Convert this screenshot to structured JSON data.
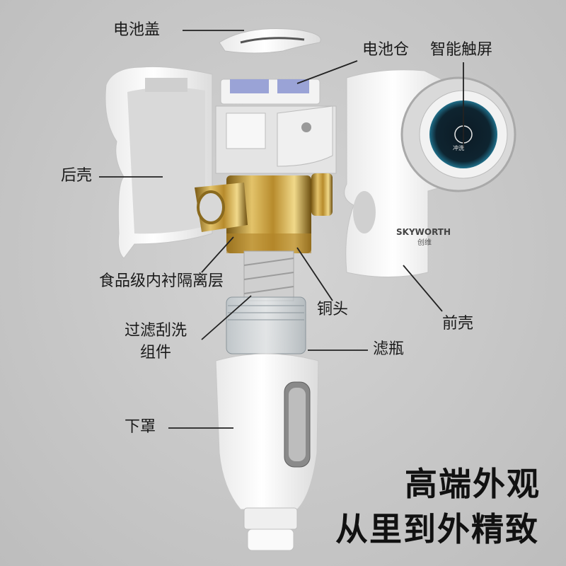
{
  "labels": {
    "battery_cover": "电池盖",
    "battery_compartment": "电池仓",
    "smart_touchscreen": "智能触屏",
    "back_shell": "后壳",
    "food_grade_liner": "食品级内衬隔离层",
    "copper_head": "铜头",
    "front_shell": "前壳",
    "filter_scraper_line1": "过滤刮洗",
    "filter_scraper_line2": "组件",
    "filter_bottle": "滤瓶",
    "lower_cover": "下罩"
  },
  "brand": {
    "logo_text": "SKYWORTH",
    "logo_sub": "创维"
  },
  "touchscreen": {
    "mode_text": "冲洗"
  },
  "tagline": {
    "line1": "高端外观",
    "line2": "从里到外精致"
  }
}
